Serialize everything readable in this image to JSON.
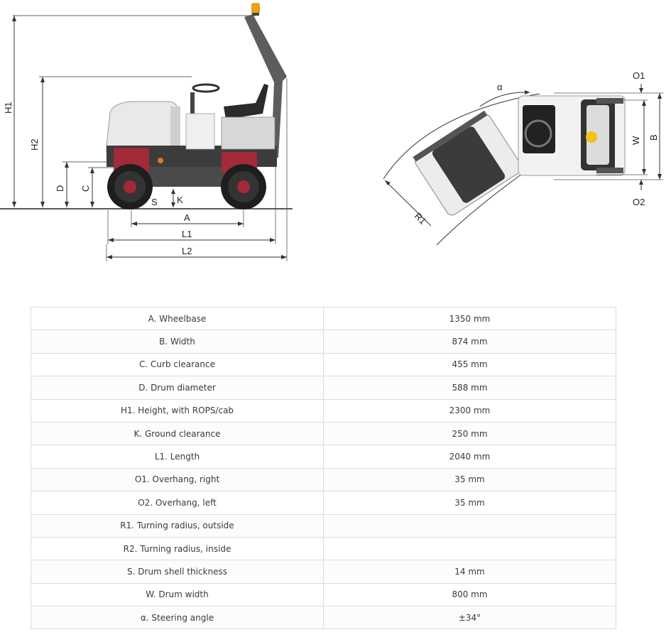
{
  "diagram": {
    "side_labels": {
      "H1": "H1",
      "H2": "H2",
      "D": "D",
      "C": "C",
      "K": "K",
      "S": "S",
      "A": "A",
      "L1": "L1",
      "L2": "L2"
    },
    "top_labels": {
      "alpha": "α",
      "O1": "O1",
      "O2": "O2",
      "W": "W",
      "B": "B",
      "R1": "R1"
    }
  },
  "specs": [
    {
      "label": "A. Wheelbase",
      "value": "1350 mm"
    },
    {
      "label": "B. Width",
      "value": "874 mm"
    },
    {
      "label": "C. Curb clearance",
      "value": "455 mm"
    },
    {
      "label": "D. Drum diameter",
      "value": "588 mm"
    },
    {
      "label": "H1. Height, with ROPS/cab",
      "value": "2300 mm"
    },
    {
      "label": "K. Ground clearance",
      "value": "250 mm"
    },
    {
      "label": "L1. Length",
      "value": "2040 mm"
    },
    {
      "label": "O1. Overhang, right",
      "value": "35 mm"
    },
    {
      "label": "O2. Overhang, left",
      "value": "35 mm"
    },
    {
      "label": "R1. Turning radius, outside",
      "value": ""
    },
    {
      "label": "R2. Turning radius, inside",
      "value": ""
    },
    {
      "label": "S. Drum shell thickness",
      "value": "14 mm"
    },
    {
      "label": "W. Drum width",
      "value": "800 mm"
    },
    {
      "label": "α. Steering angle",
      "value": "±34°"
    }
  ]
}
